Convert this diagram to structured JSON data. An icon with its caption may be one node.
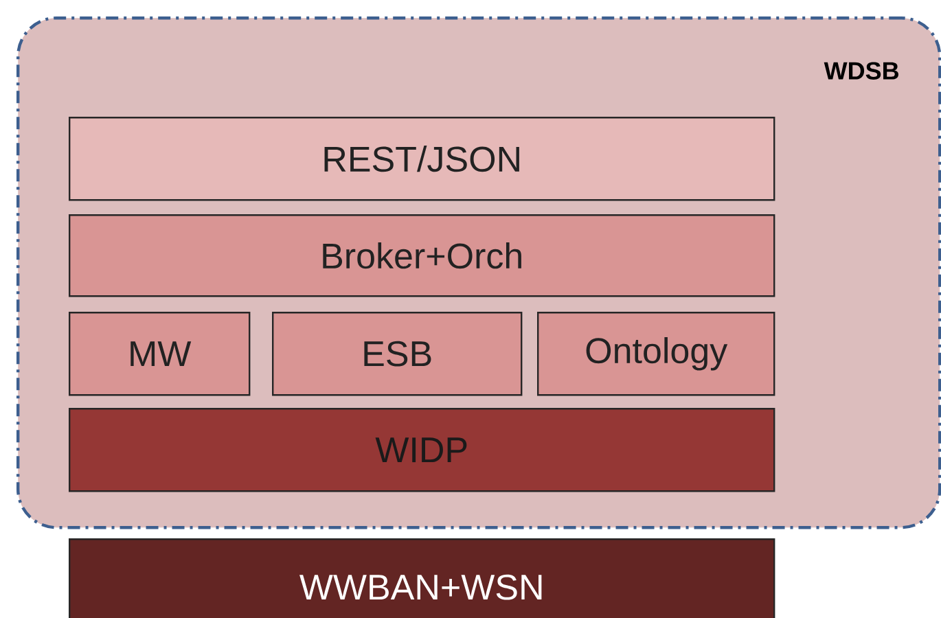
{
  "diagram": {
    "nodes": [
      {
        "text": [
          "WDSB"
        ]
      },
      {
        "text": [
          "REST/JSON"
        ],
        "in": 0
      },
      {
        "text": [
          "Broker+Orch"
        ],
        "in": 0
      },
      {
        "text": [
          "MW"
        ],
        "in": 0
      },
      {
        "text": [
          "ESB"
        ],
        "in": 0
      },
      {
        "text": [
          "Ontology"
        ],
        "in": 0
      },
      {
        "text": [
          "WIDP"
        ],
        "in": 0
      },
      {
        "text": [
          "WWBAN+WSN"
        ]
      }
    ]
  }
}
